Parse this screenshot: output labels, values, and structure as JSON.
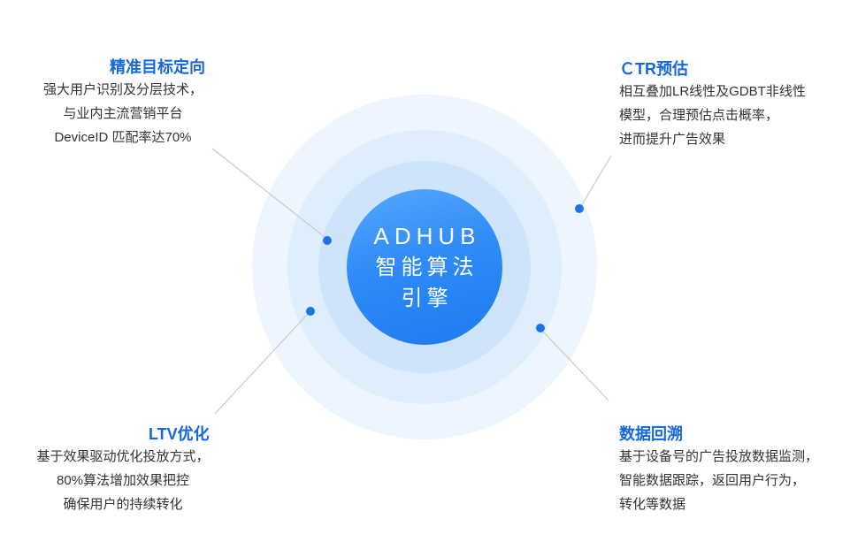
{
  "colors": {
    "accent": "#1a73e8",
    "heading": "#1667d9",
    "body_text": "#333333",
    "connector_line": "#c9c9c9",
    "core_gradient_start": "#56a8fb",
    "core_gradient_end": "#1e7bf2",
    "ring_outer": "#edf5fe",
    "ring_middle": "#dfeefd",
    "ring_inner": "#cde4fb"
  },
  "center": {
    "brand": "ADHUB",
    "title_line1": "智能算法",
    "title_line2": "引擎"
  },
  "callouts": {
    "top_left": {
      "title": "精准目标定向",
      "lines": [
        "强大用户识别及分层技术，",
        "与业内主流营销平台",
        "DeviceID 匹配率达70%"
      ]
    },
    "top_right": {
      "title": "ＣTR预估",
      "lines": [
        "相互叠加LR线性及GDBT非线性",
        "模型，合理预估点击概率，",
        "进而提升广告效果"
      ]
    },
    "bottom_left": {
      "title": "LTV优化",
      "lines": [
        "基于效果驱动优化投放方式，",
        "80%算法增加效果把控",
        "确保用户的持续转化"
      ]
    },
    "bottom_right": {
      "title": "数据回溯",
      "lines": [
        "基于设备号的广告投放数据监测，",
        "智能数据跟踪，返回用户行为，",
        "转化等数据"
      ]
    }
  }
}
